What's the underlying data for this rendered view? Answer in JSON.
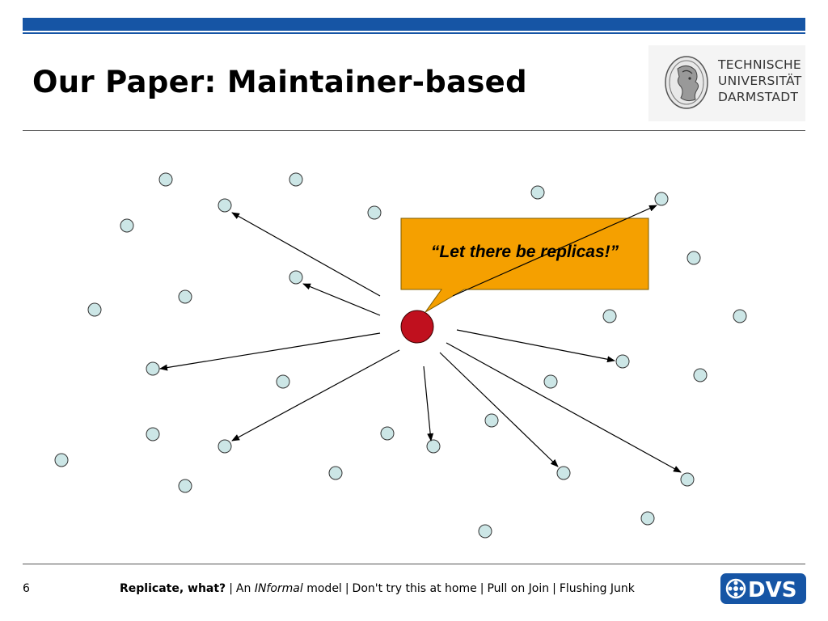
{
  "slide": {
    "title": "Our Paper: Maintainer-based",
    "page_number": "6"
  },
  "logo": {
    "lines": [
      "TECHNISCHE",
      "UNIVERSITÄT",
      "DARMSTADT"
    ]
  },
  "callout": {
    "text": "“Let there be replicas!”",
    "fill_color": "#f5a000",
    "border_color": "#7a5a00"
  },
  "footer": {
    "items": [
      {
        "label": "Replicate, what?",
        "bold": true
      },
      {
        "prefix": "An ",
        "italic": "INformal",
        "suffix": " model"
      },
      {
        "label": "Don't try this at home"
      },
      {
        "label": "Pull on Join"
      },
      {
        "label": "Flushing Junk"
      }
    ],
    "separator": "|",
    "brand": "DVS"
  },
  "colors": {
    "brand_blue": "#1655a5",
    "node_fill": "#cce6e6",
    "node_stroke": "#333333",
    "maintainer_fill": "#c0101e"
  }
}
